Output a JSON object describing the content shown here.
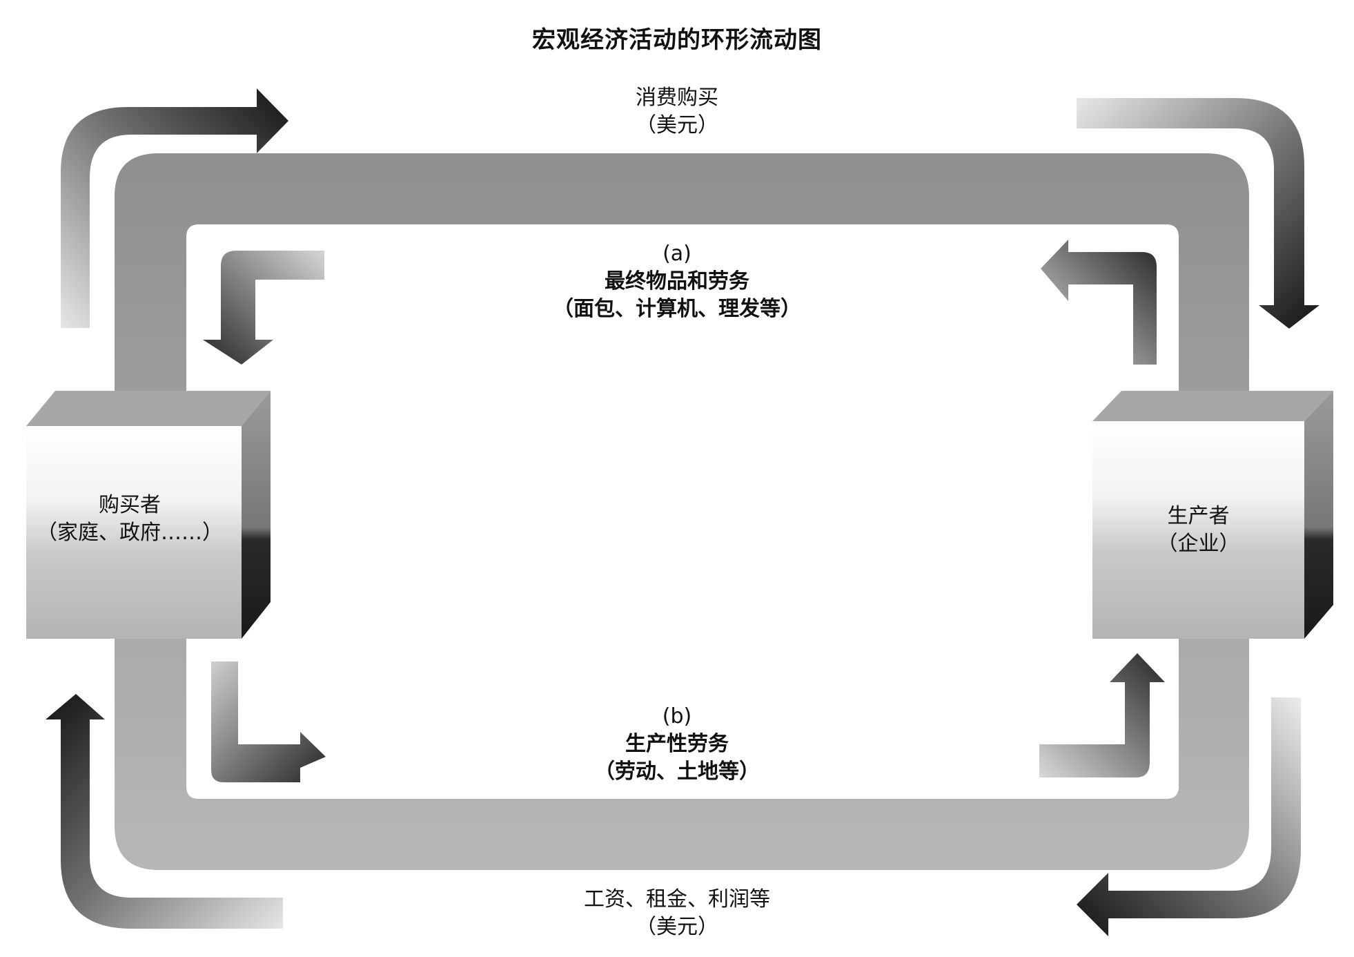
{
  "title": "宏观经济活动的环形流动图",
  "outer_top": {
    "line1": "消费购买",
    "line2": "（美元）"
  },
  "outer_bottom": {
    "line1": "工资、租金、利润等",
    "line2": "（美元）"
  },
  "inner_top": {
    "tag": "(a)",
    "line1": "最终物品和劳务",
    "line2": "（面包、计算机、理发等）"
  },
  "inner_bottom": {
    "tag": "(b)",
    "line1": "生产性劳务",
    "line2": "（劳动、土地等）"
  },
  "left_box": {
    "line1": "购买者",
    "line2": "（家庭、政府……）"
  },
  "right_box": {
    "line1": "生产者",
    "line2": "（企业）"
  }
}
